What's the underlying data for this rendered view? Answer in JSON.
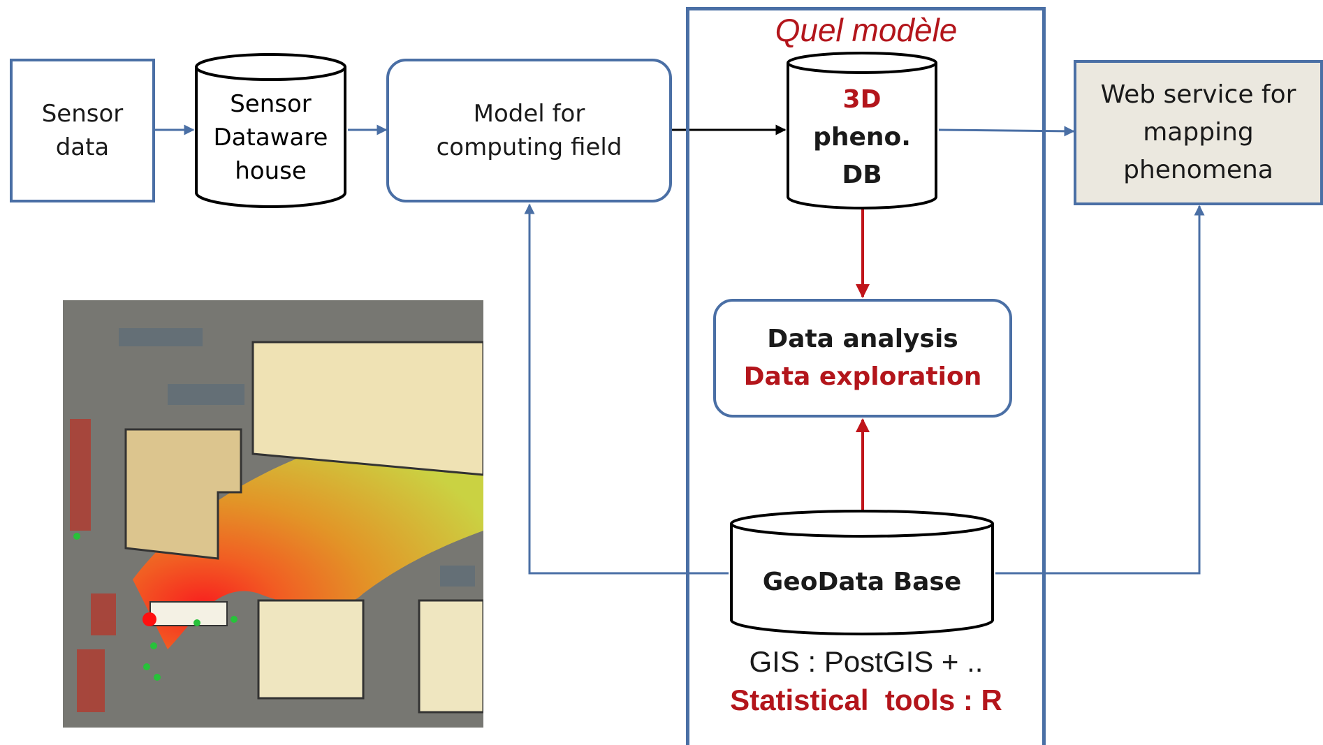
{
  "frame": {
    "title": "Quel modèle"
  },
  "nodes": {
    "sensor_data": {
      "label": "Sensor\ndata"
    },
    "sensor_warehouse": {
      "label": "Sensor\nDataware\nhouse"
    },
    "model": {
      "label": "Model for\ncomputing field"
    },
    "pheno_db": {
      "line1": "3D",
      "line2": "pheno.",
      "line3": "DB"
    },
    "web_service": {
      "label": "Web service for\nmapping\nphenomena"
    },
    "analysis": {
      "line1": "Data analysis",
      "line2": "Data exploration"
    },
    "geodata": {
      "label": "GeoData Base"
    }
  },
  "tools": {
    "gis": "GIS : PostGIS + ..",
    "stats": "Statistical  tools : R"
  },
  "colors": {
    "accent": "#4a6fa5",
    "red": "#b3151b",
    "web_fill": "#ebe8df"
  }
}
